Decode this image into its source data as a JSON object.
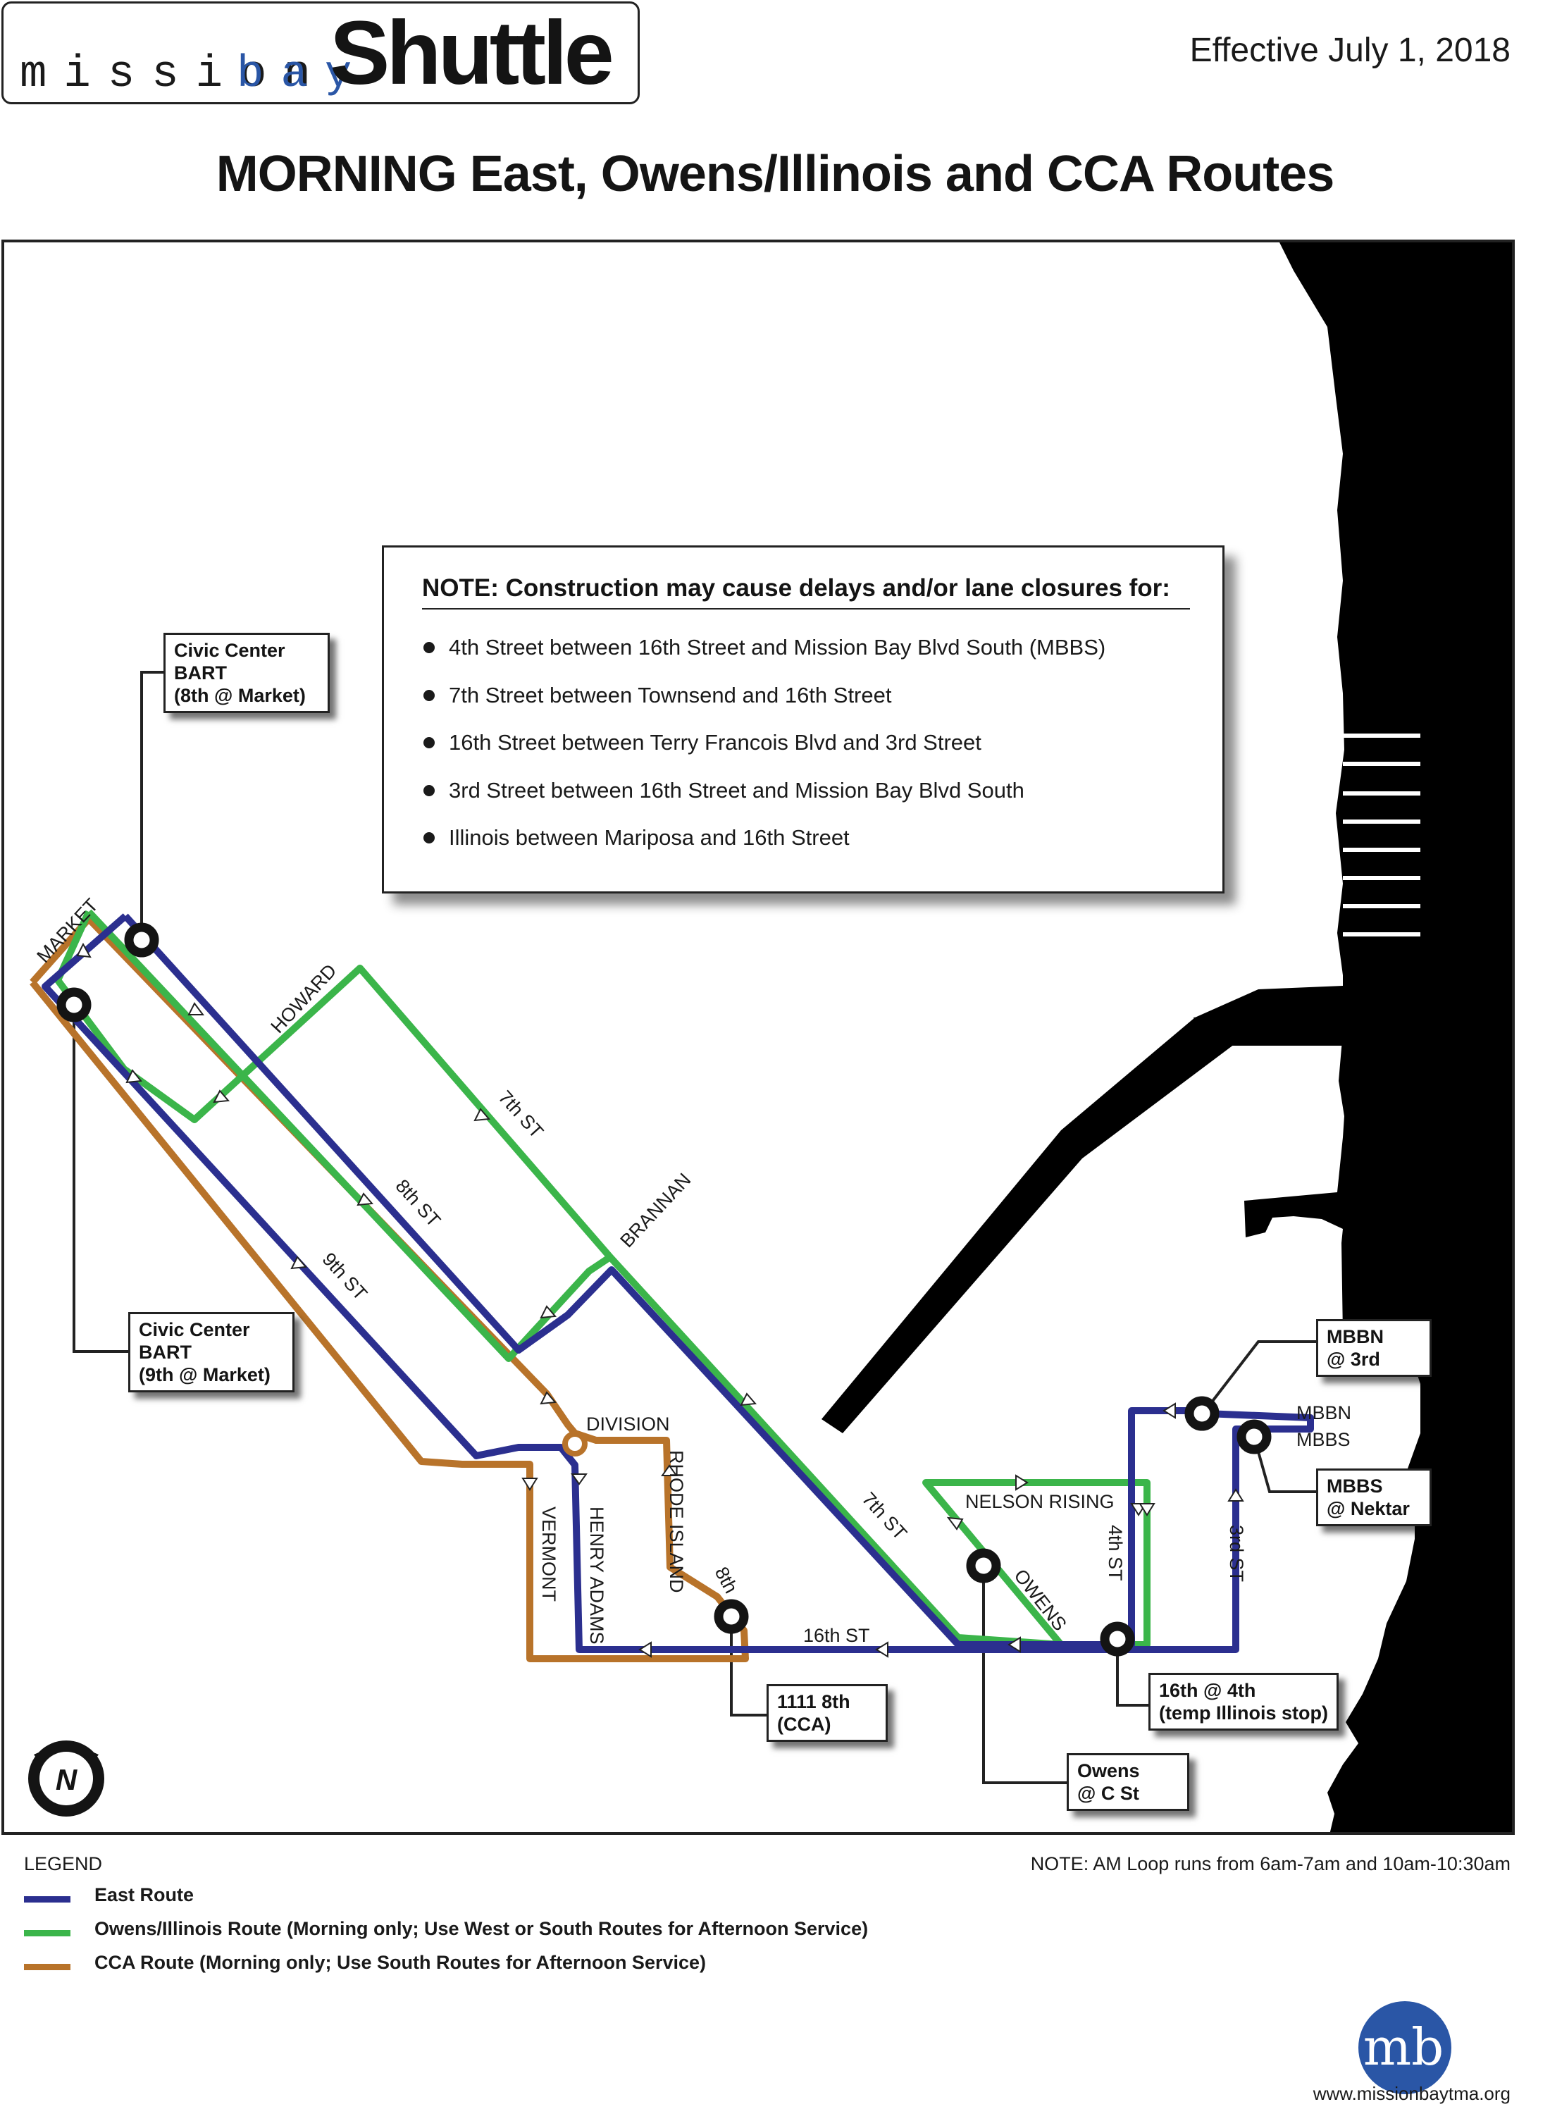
{
  "header": {
    "logo_mission": "mission",
    "logo_bay": "bay",
    "logo_shuttle": "Shuttle",
    "effective": "Effective July 1, 2018",
    "title": "MORNING East, Owens/Illinois and CCA Routes"
  },
  "colors": {
    "east_route": "#2b2f8f",
    "owens_route": "#3bb54a",
    "cca_route": "#b8732a",
    "water": "#8fc2ea"
  },
  "construction_note": {
    "heading": "NOTE: Construction may cause delays and/or lane closures for:",
    "items": [
      "4th Street between 16th Street and Mission Bay Blvd South (MBBS)",
      "7th Street between Townsend and 16th Street",
      "16th Street between Terry Francois Blvd and 3rd Street",
      "3rd Street between 16th Street and Mission Bay Blvd South",
      "Illinois between Mariposa and 16th Street"
    ]
  },
  "stops": {
    "civic_center_8th": [
      "Civic Center",
      "BART",
      "(8th @ Market)"
    ],
    "civic_center_9th": [
      "Civic Center",
      "BART",
      "(9th @ Market)"
    ],
    "mbbn_3rd": [
      "MBBN",
      "@ 3rd"
    ],
    "mbbs_nektar": [
      "MBBS",
      "@ Nektar"
    ],
    "cca_1111": [
      "1111 8th",
      "(CCA)"
    ],
    "owens_c": [
      "Owens",
      "@ C St"
    ],
    "sixteenth_4th": [
      "16th @ 4th",
      "(temp Illinois stop)"
    ]
  },
  "streets": {
    "market": "MARKET",
    "howard": "HOWARD",
    "seventh_upper": "7th ST",
    "eighth": "8th ST",
    "ninth": "9th ST",
    "brannan": "BRANNAN",
    "division": "DIVISION",
    "rhode_island": "RHODE ISLAND",
    "vermont": "VERMONT",
    "henry_adams": "HENRY ADAMS",
    "eighth_short": "8th",
    "sixteenth": "16th ST",
    "seventh_lower": "7th ST",
    "nelson_rising": "NELSON RISING",
    "owens": "OWENS",
    "fourth": "4th ST",
    "third": "3rd ST",
    "mbbn": "MBBN",
    "mbbs": "MBBS"
  },
  "compass": "N",
  "legend": {
    "heading": "LEGEND",
    "items": [
      {
        "label": "East Route"
      },
      {
        "label": "Owens/Illinois Route (Morning only; Use West or South Routes for Afternoon Service)"
      },
      {
        "label": "CCA Route (Morning only; Use South Routes for Afternoon Service)"
      }
    ]
  },
  "bottom_note": "NOTE:    AM Loop runs from 6am-7am and 10am-10:30am",
  "footer": {
    "logo_letters": "mb",
    "website": "www.missionbaytma.org"
  }
}
